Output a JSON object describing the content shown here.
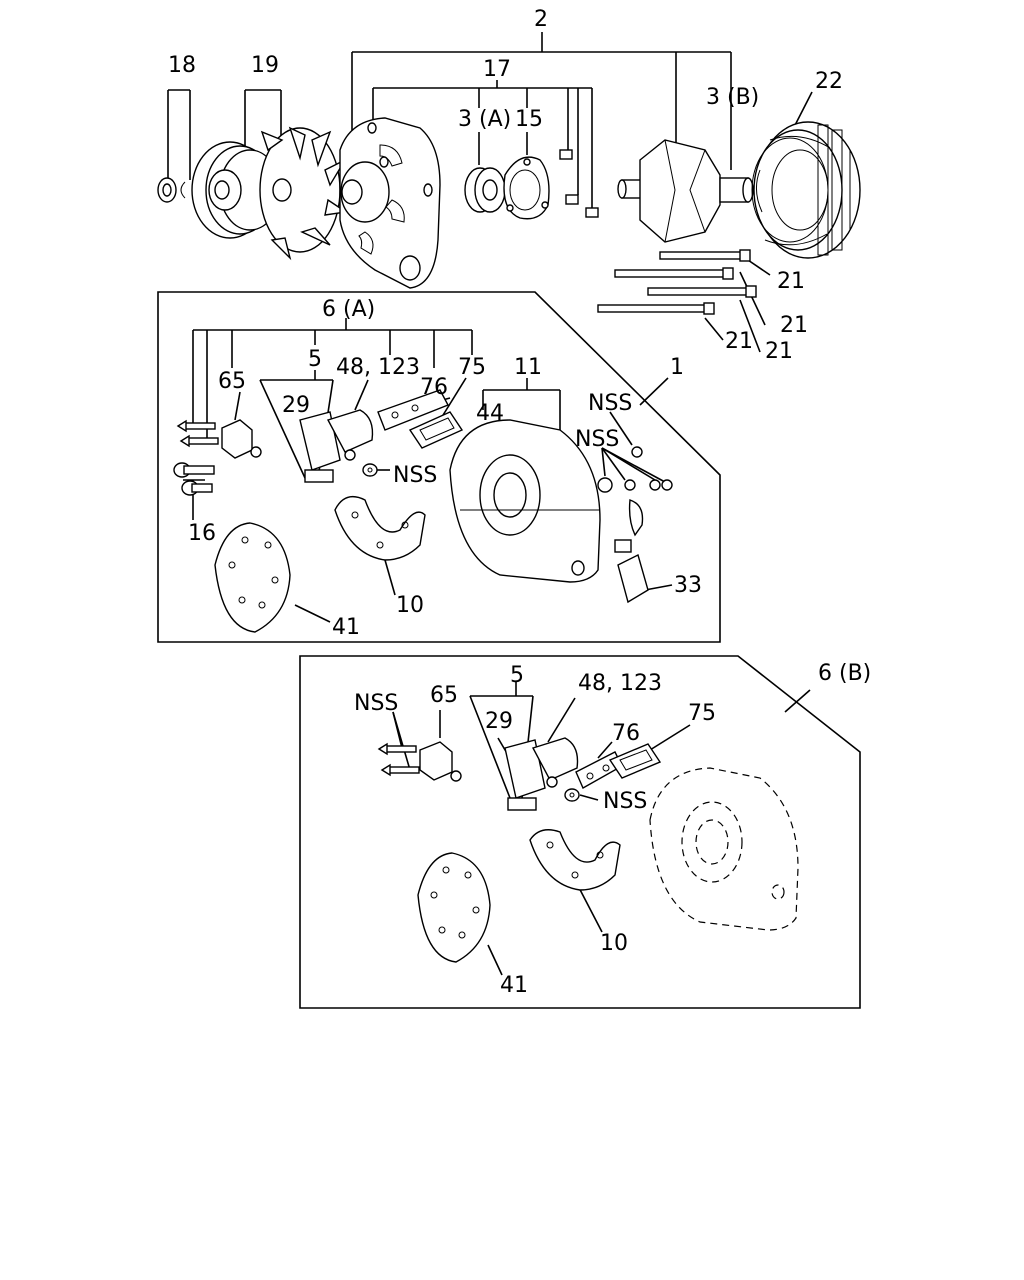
{
  "callouts": {
    "c2": "2",
    "c17": "17",
    "c18": "18",
    "c19": "19",
    "c3a": "3 (A)",
    "c15": "15",
    "c3b": "3 (B)",
    "c22": "22",
    "c21a": "21",
    "c21b": "21",
    "c21c": "21",
    "c21d": "21",
    "c6a": "6 (A)",
    "c5": "5",
    "c48": "48, 123",
    "c76": "76",
    "c75": "75",
    "c65": "65",
    "c29": "29",
    "c11": "11",
    "c1": "1",
    "c44": "44",
    "nss1": "NSS",
    "nss2": "NSS",
    "nss3": "NSS",
    "c16": "16",
    "c10": "10",
    "c33": "33",
    "c41": "41"
  },
  "panel_b": {
    "c6b": "6 (B)",
    "nss_a": "NSS",
    "c65": "65",
    "c5": "5",
    "c48": "48, 123",
    "c29": "29",
    "c76": "76",
    "c75": "75",
    "nss_b": "NSS",
    "c10": "10",
    "c41": "41"
  }
}
